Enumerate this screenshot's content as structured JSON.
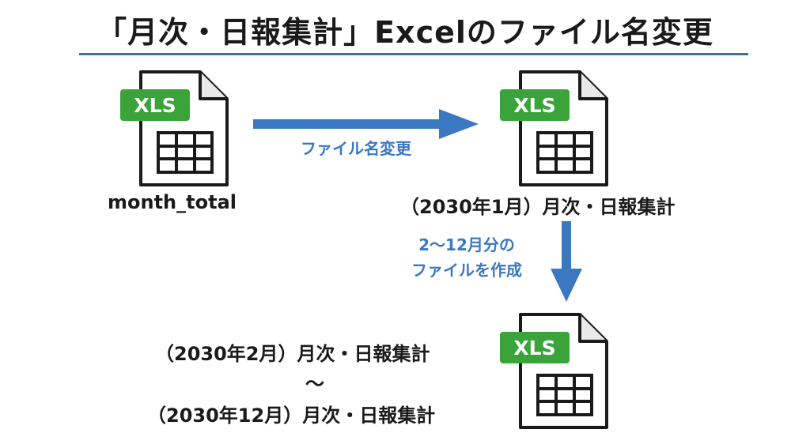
{
  "title": "「月次・日報集計」Excelのファイル名変更",
  "colors": {
    "accent_blue": "#3a78c2",
    "rule_blue": "#3a6fb0",
    "xls_green": "#3aa43a",
    "text": "#1a1a1a"
  },
  "file_badge": "XLS",
  "source_file": {
    "name": "month_total"
  },
  "rename_arrow": {
    "label": "ファイル名変更"
  },
  "renamed_file": {
    "name": "（2030年1月）月次・日報集計"
  },
  "copy_arrow": {
    "label_line1": "2〜12月分の",
    "label_line2": "ファイルを作成"
  },
  "copied_files": {
    "first": "（2030年2月）月次・日報集計",
    "range_mark": "〜",
    "last": "（2030年12月）月次・日報集計"
  }
}
